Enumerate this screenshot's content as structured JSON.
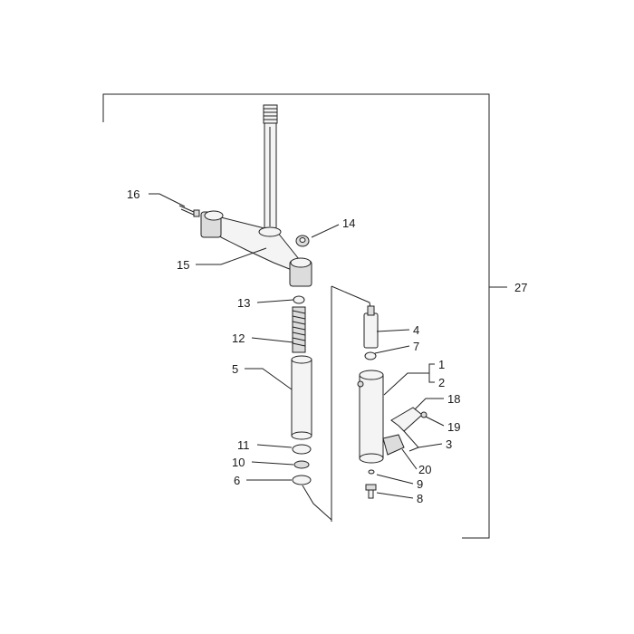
{
  "callouts": {
    "c1": "1",
    "c2": "2",
    "c3": "3",
    "c4": "4",
    "c5": "5",
    "c6": "6",
    "c7": "7",
    "c8": "8",
    "c9": "9",
    "c10": "10",
    "c11": "11",
    "c12": "12",
    "c13": "13",
    "c14": "14",
    "c15": "15",
    "c16": "16",
    "c18": "18",
    "c19": "19",
    "c20": "20",
    "c27": "27"
  },
  "colors": {
    "line": "#222222",
    "part_fill": "#f4f4f4",
    "part_shade": "#dcdcdc"
  }
}
